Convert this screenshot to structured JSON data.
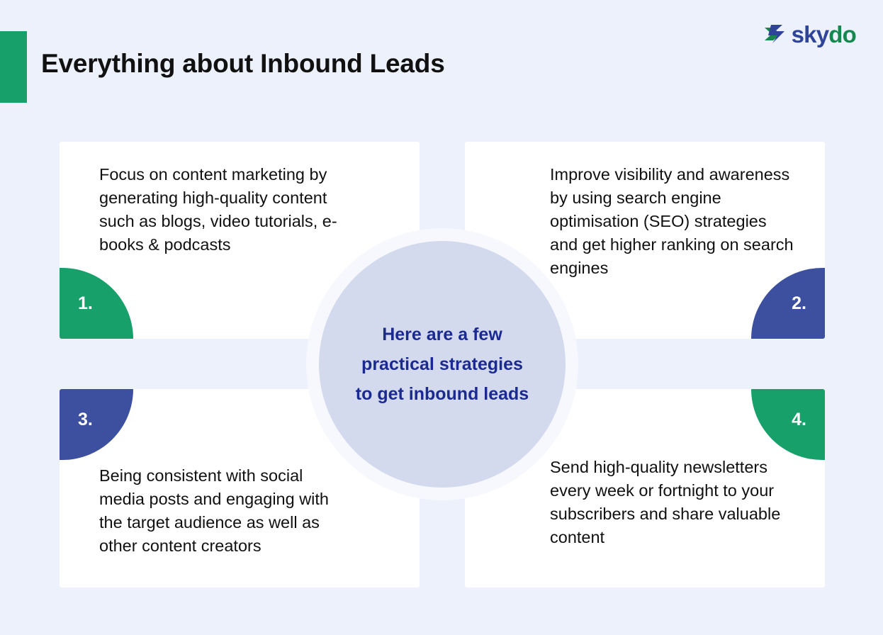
{
  "header": {
    "title": "Everything about Inbound Leads",
    "accent_color": "#17a06a"
  },
  "brand": {
    "name_part1": "sky",
    "name_part2": "do",
    "mark": "skydo-chevron-logo",
    "blue": "#2f4499",
    "green": "#16874f"
  },
  "center": {
    "text": "Here are a few practical strategies to get inbound leads",
    "text_color": "#1b2a91",
    "fill_color": "#d4daee",
    "ring_color": "#f6f8fe"
  },
  "cards": [
    {
      "number": "1.",
      "badge_color": "#17a06a",
      "text": "Focus on content marketing by generating high-quality content such as blogs, video tutorials, e-books & podcasts"
    },
    {
      "number": "2.",
      "badge_color": "#3d50a0",
      "text": "Improve visibility and awareness by using search engine optimisation (SEO) strategies and get higher ranking on search engines"
    },
    {
      "number": "3.",
      "badge_color": "#3d50a0",
      "text": "Being consistent with social media posts and engaging with the target audience as well as other content creators"
    },
    {
      "number": "4.",
      "badge_color": "#17a06a",
      "text": "Send high-quality newsletters every week or fortnight to your subscribers and share valuable content"
    }
  ],
  "page": {
    "background_color": "#edf1fc",
    "card_background": "#ffffff"
  }
}
